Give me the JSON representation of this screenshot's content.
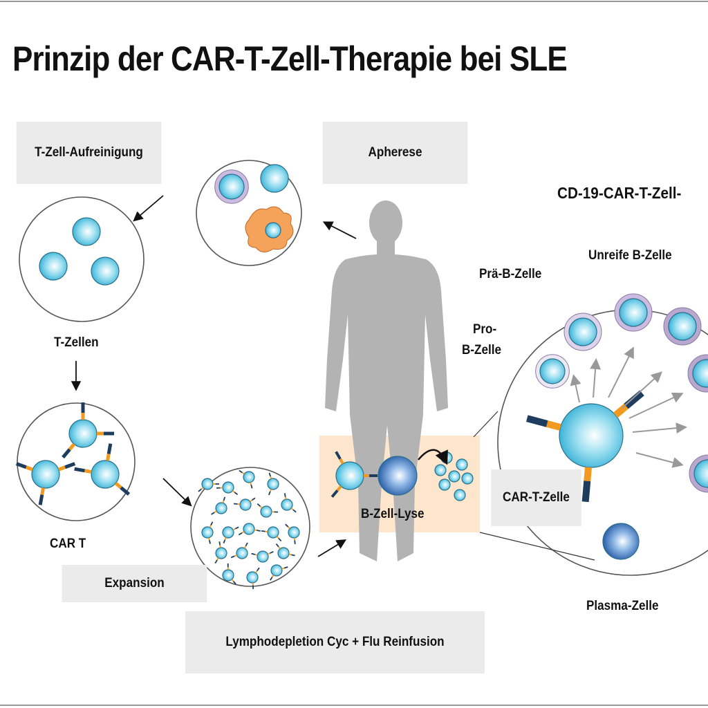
{
  "title": "Prinzip der CAR-T-Zell-Therapie bei SLE",
  "boxes": {
    "purification": "T-Zell-Aufreinigung",
    "apheresis": "Apherese",
    "expansion": "Expansion",
    "lymphodepletion": "Lymphodepletion Cyc + Flu Reinfusion",
    "car_t_cell": "CAR-T-Zelle",
    "lysis": "B-Zell-Lyse"
  },
  "labels": {
    "t_cells": "T-Zellen",
    "car_t": "CAR T",
    "cd19_heading": "CD-19-CAR-T-Zell-",
    "immature_b": "Unreife B-Zelle",
    "pre_b": "Prä-B-Zelle",
    "pro_b_1": "Pro-",
    "pro_b_2": "B-Zelle",
    "plasma": "Plasma-Zelle"
  },
  "colors": {
    "label_box": "#ebebeb",
    "lysis_box": "#fde6cc",
    "cell_blue": "#5cc6e3",
    "receptor_orange": "#f29a1f",
    "receptor_navy": "#1d3c5e",
    "silhouette": "#b3b3b3",
    "b_cell_purple": "#b9a7cf"
  }
}
